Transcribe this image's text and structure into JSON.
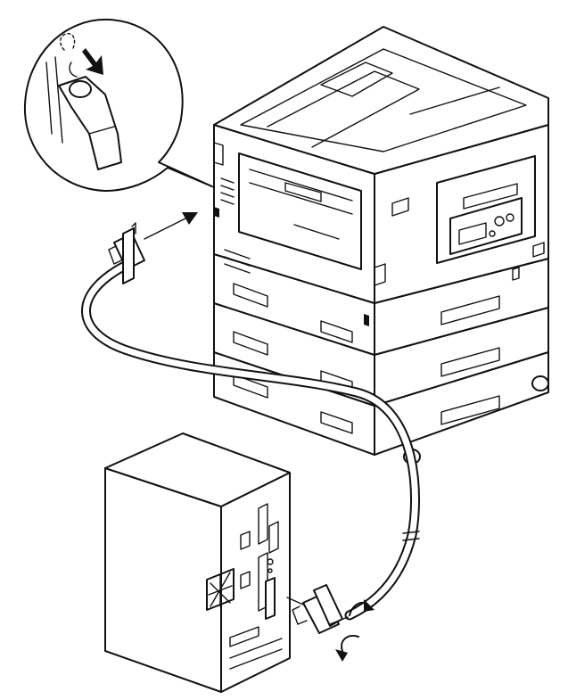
{
  "figure": {
    "description_visible_text": ""
  },
  "colors": {
    "line": "#111111",
    "fill": "#ffffff"
  },
  "icons": [
    "printer-illustration",
    "computer-tower-illustration",
    "parallel-cable",
    "connector-detail-inset",
    "arrow-icon",
    "rotate-arrow-icon"
  ]
}
